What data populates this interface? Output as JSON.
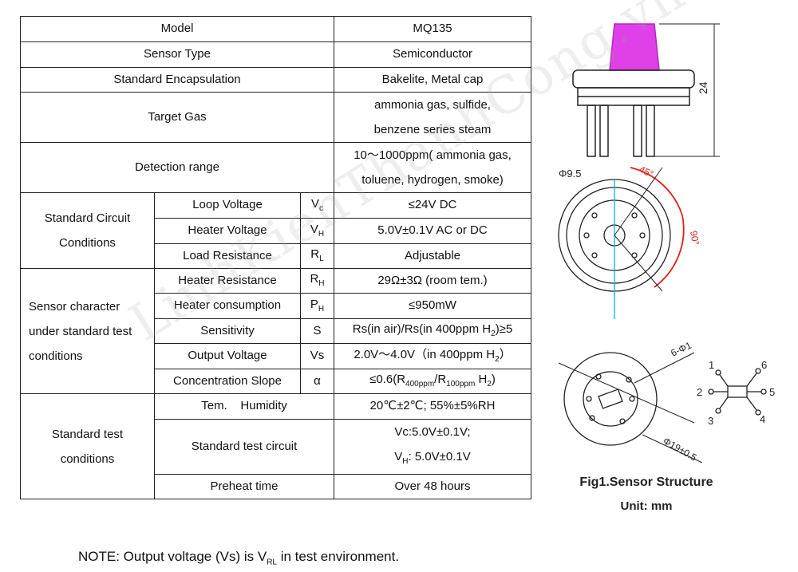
{
  "table": {
    "rows": {
      "model": {
        "label": "Model",
        "value": "MQ135"
      },
      "sensor_type": {
        "label": "Sensor Type",
        "value": "Semiconductor"
      },
      "encapsulation": {
        "label": "Standard Encapsulation",
        "value": "Bakelite, Metal cap"
      },
      "target_gas": {
        "label": "Target Gas",
        "value_line1": "ammonia gas, sulfide,",
        "value_line2": "benzene series steam"
      },
      "detection_range": {
        "label": "Detection range",
        "value_line1": "10～1000ppm( ammonia gas,",
        "value_line2": "toluene, hydrogen, smoke)"
      }
    },
    "circuit": {
      "group_line1": "Standard Circuit",
      "group_line2": "Conditions",
      "loop": {
        "param": "Loop Voltage",
        "sym": "V",
        "sub": "c",
        "value": "≤24V DC"
      },
      "heater": {
        "param": "Heater Voltage",
        "sym": "V",
        "sub": "H",
        "value": "5.0V±0.1V AC or DC"
      },
      "load": {
        "param": "Load Resistance",
        "sym": "R",
        "sub": "L",
        "value": "Adjustable"
      }
    },
    "character": {
      "group_line1": "Sensor character",
      "group_line2": "under standard test",
      "group_line3": "conditions",
      "heater_res": {
        "param": "Heater Resistance",
        "sym": "R",
        "sub": "H",
        "value": "29Ω±3Ω (room tem.)"
      },
      "heater_cons": {
        "param": "Heater consumption",
        "sym": "P",
        "sub": "H",
        "value": "≤950mW"
      },
      "sensitivity": {
        "param": "Sensitivity",
        "sym": "S",
        "value_pre": "Rs(in air)/Rs(in 400ppm H",
        "value_sub": "2",
        "value_post": ")≥5"
      },
      "output": {
        "param": "Output Voltage",
        "sym": "Vs",
        "value_pre": "2.0V～4.0V（in 400ppm H",
        "value_sub": "2",
        "value_post": "）"
      },
      "slope": {
        "param": "Concentration Slope",
        "sym": "α",
        "v1": "≤0.6(R",
        "v1_sub": "400ppm",
        "v2": "/R",
        "v2_sub": "100ppm",
        "v3": " H",
        "v3_sub": "2",
        "v4": ")"
      }
    },
    "test": {
      "group_line1": "Standard test",
      "group_line2": "conditions",
      "tem": {
        "param": "Tem.    Humidity",
        "value": "20℃±2℃;  55%±5%RH"
      },
      "circuit": {
        "param": "Standard test circuit",
        "value_line1": "Vc:5.0V±0.1V;",
        "value_line2_pre": "V",
        "value_line2_sub": "H",
        "value_line2_post": ": 5.0V±0.1V"
      },
      "preheat": {
        "param": "Preheat time",
        "value": "Over 48 hours"
      }
    }
  },
  "figure": {
    "dim_height": "24",
    "dim_top_dia": "Φ9.5",
    "angle_45": "45°",
    "angle_90": "90°",
    "pin_holes": "6-Φ1",
    "outer_dia": "Φ19±0.5",
    "pins": [
      "1",
      "2",
      "3",
      "4",
      "5",
      "6"
    ],
    "caption": "Fig1.Sensor Structure",
    "unit": "Unit: mm",
    "colors": {
      "cap": "#e040e8",
      "angle": "#e11d1d",
      "axis": "#00b5d8"
    }
  },
  "note": {
    "pre": "NOTE: Output voltage (Vs) is V",
    "sub": "RL",
    "post": " in test environment."
  },
  "watermark": "LinhKienThanhCong.vn"
}
